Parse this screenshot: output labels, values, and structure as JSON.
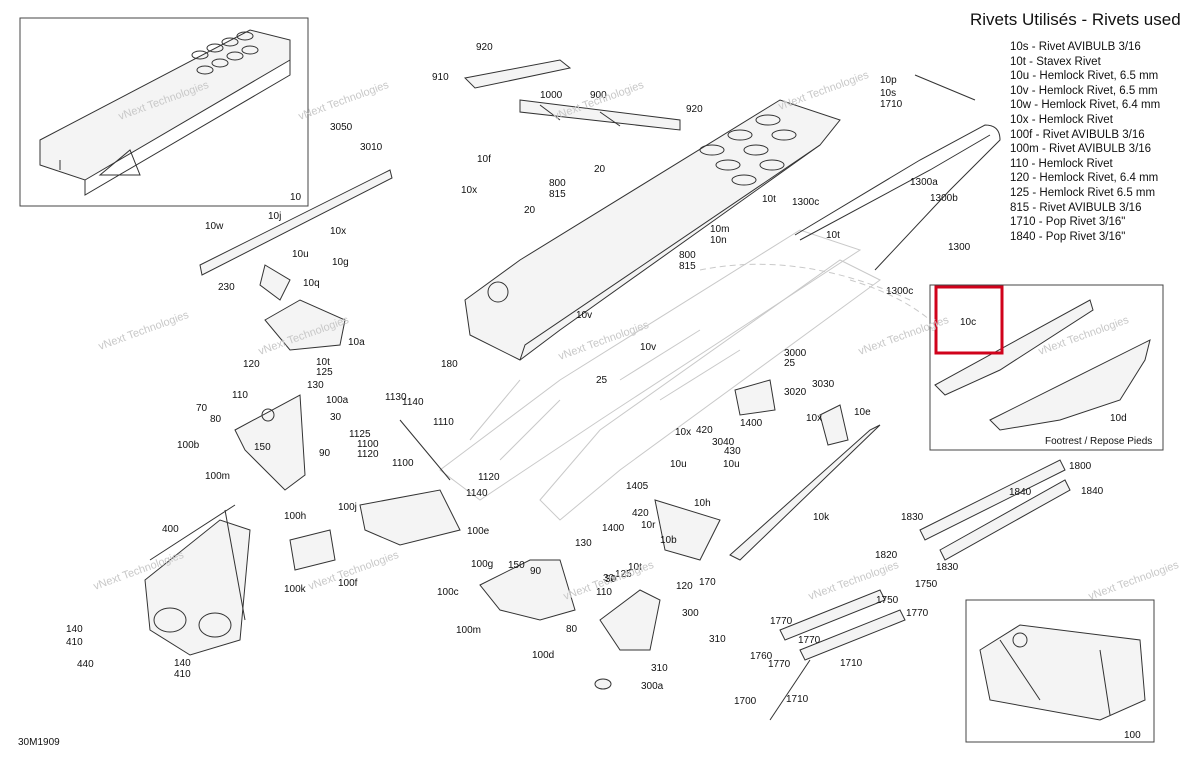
{
  "legend": {
    "title": "Rivets Utilisés - Rivets used",
    "items": [
      "10s - Rivet AVIBULB 3/16",
      "10t - Stavex Rivet",
      "10u - Hemlock Rivet, 6.5 mm",
      "10v - Hemlock Rivet, 6.5 mm",
      "10w - Hemlock Rivet, 6.4 mm",
      "10x - Hemlock Rivet",
      "100f - Rivet AVIBULB 3/16",
      "100m - Rivet AVIBULB 3/16",
      "110 - Hemlock Rivet",
      "120 - Hemlock Rivet, 6.4 mm",
      "125 - Hemlock Rivet 6.5 mm",
      "815 - Rivet AVIBULB 3/16",
      "1710 - Pop Rivet 3/16\"",
      "1840 - Pop Rivet 3/16\""
    ]
  },
  "drawing_code": "30M1909",
  "inset_labels": {
    "tunnel": "10",
    "footrest": "Footrest / Repose Pieds",
    "footrest_left": "10c",
    "footrest_right": "10d",
    "frame": "100"
  },
  "highlight_color": "#d0021b",
  "watermark": "vNext Technologies",
  "labels": [
    "920",
    "910",
    "1000",
    "900",
    "920",
    "3050",
    "3010",
    "10f",
    "20",
    "800",
    "815",
    "20",
    "10x",
    "10t",
    "10m",
    "10n",
    "1300c",
    "10p",
    "10s",
    "1710",
    "1300a",
    "1300b",
    "10t",
    "1300",
    "800",
    "815",
    "1300c",
    "10w",
    "10j",
    "10x",
    "10u",
    "10g",
    "10q",
    "230",
    "10a",
    "120",
    "10t",
    "125",
    "130",
    "10v",
    "10v",
    "180",
    "25",
    "3000",
    "25",
    "3020",
    "3030",
    "10x",
    "10e",
    "110",
    "100a",
    "30",
    "70",
    "80",
    "150",
    "1130",
    "1140",
    "1110",
    "1125",
    "1100",
    "1120",
    "1100",
    "1120",
    "1140",
    "100b",
    "90",
    "100m",
    "1400",
    "10x",
    "420",
    "3040",
    "430",
    "10u",
    "10u",
    "1405",
    "420",
    "10r",
    "10h",
    "10k",
    "1400",
    "1800",
    "1840",
    "1840",
    "100h",
    "100j",
    "100e",
    "400",
    "130",
    "10b",
    "150",
    "90",
    "30",
    "10t",
    "125",
    "120",
    "170",
    "1830",
    "1820",
    "1830",
    "1750",
    "100g",
    "100k",
    "100f",
    "140",
    "410",
    "440",
    "140",
    "410",
    "100c",
    "110",
    "30",
    "80",
    "300",
    "100m",
    "100d",
    "310",
    "310",
    "300a",
    "1770",
    "1770",
    "1770",
    "1760",
    "1750",
    "1770",
    "1710",
    "1700",
    "1710"
  ]
}
